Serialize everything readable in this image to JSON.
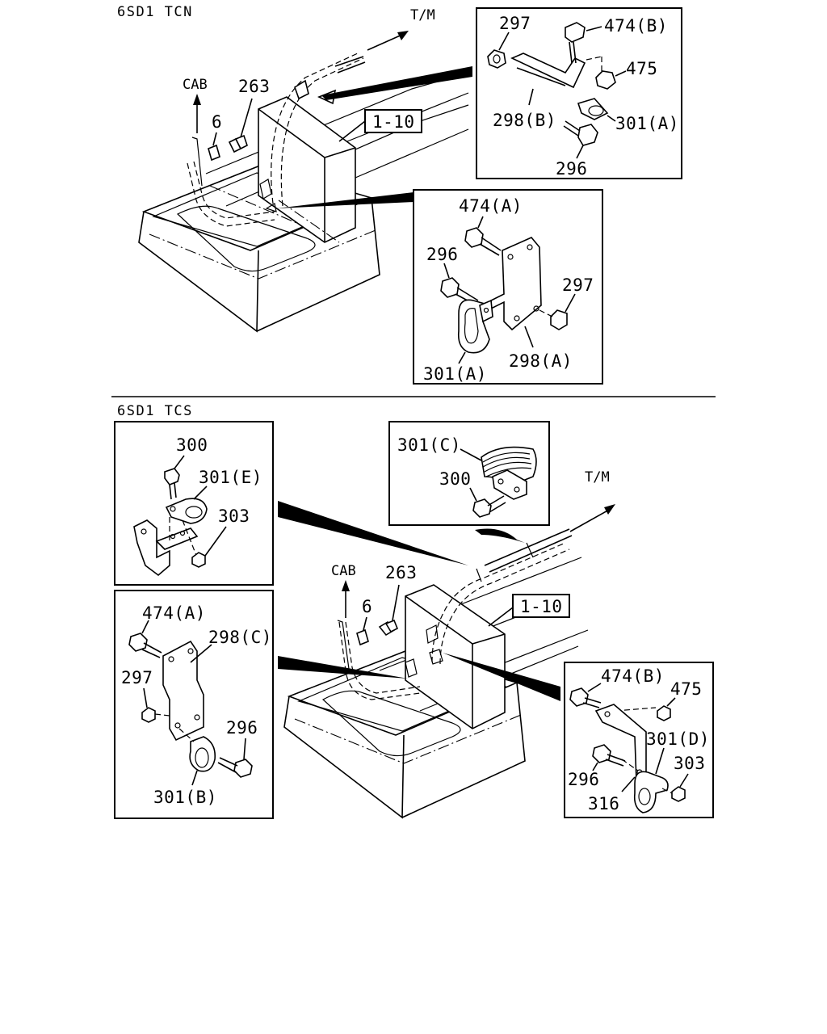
{
  "sections": [
    {
      "title": "6SD1 TCN",
      "direction_labels": {
        "tm": "T/M",
        "cab": "CAB"
      },
      "ref_box": "1-10",
      "main_callouts": {
        "p263": "263",
        "p6": "6"
      },
      "detail_top": {
        "p297": "297",
        "p474b": "474(B)",
        "p475": "475",
        "p298b": "298(B)",
        "p301a": "301(A)",
        "p296": "296"
      },
      "detail_bottom": {
        "p474a": "474(A)",
        "p296": "296",
        "p297": "297",
        "p301a": "301(A)",
        "p298a": "298(A)"
      }
    },
    {
      "title": "6SD1 TCS",
      "direction_labels": {
        "tm": "T/M",
        "cab": "CAB"
      },
      "ref_box": "1-10",
      "main_callouts": {
        "p263": "263",
        "p6": "6"
      },
      "detail_clip": {
        "p301c": "301(C)",
        "p300": "300"
      },
      "detail_left_top": {
        "p300": "300",
        "p301e": "301(E)",
        "p303": "303"
      },
      "detail_left_bottom": {
        "p474a": "474(A)",
        "p298c": "298(C)",
        "p297": "297",
        "p296": "296",
        "p301b": "301(B)"
      },
      "detail_right": {
        "p474b": "474(B)",
        "p475": "475",
        "p301d": "301(D)",
        "p296": "296",
        "p303": "303",
        "p316": "316"
      }
    }
  ]
}
